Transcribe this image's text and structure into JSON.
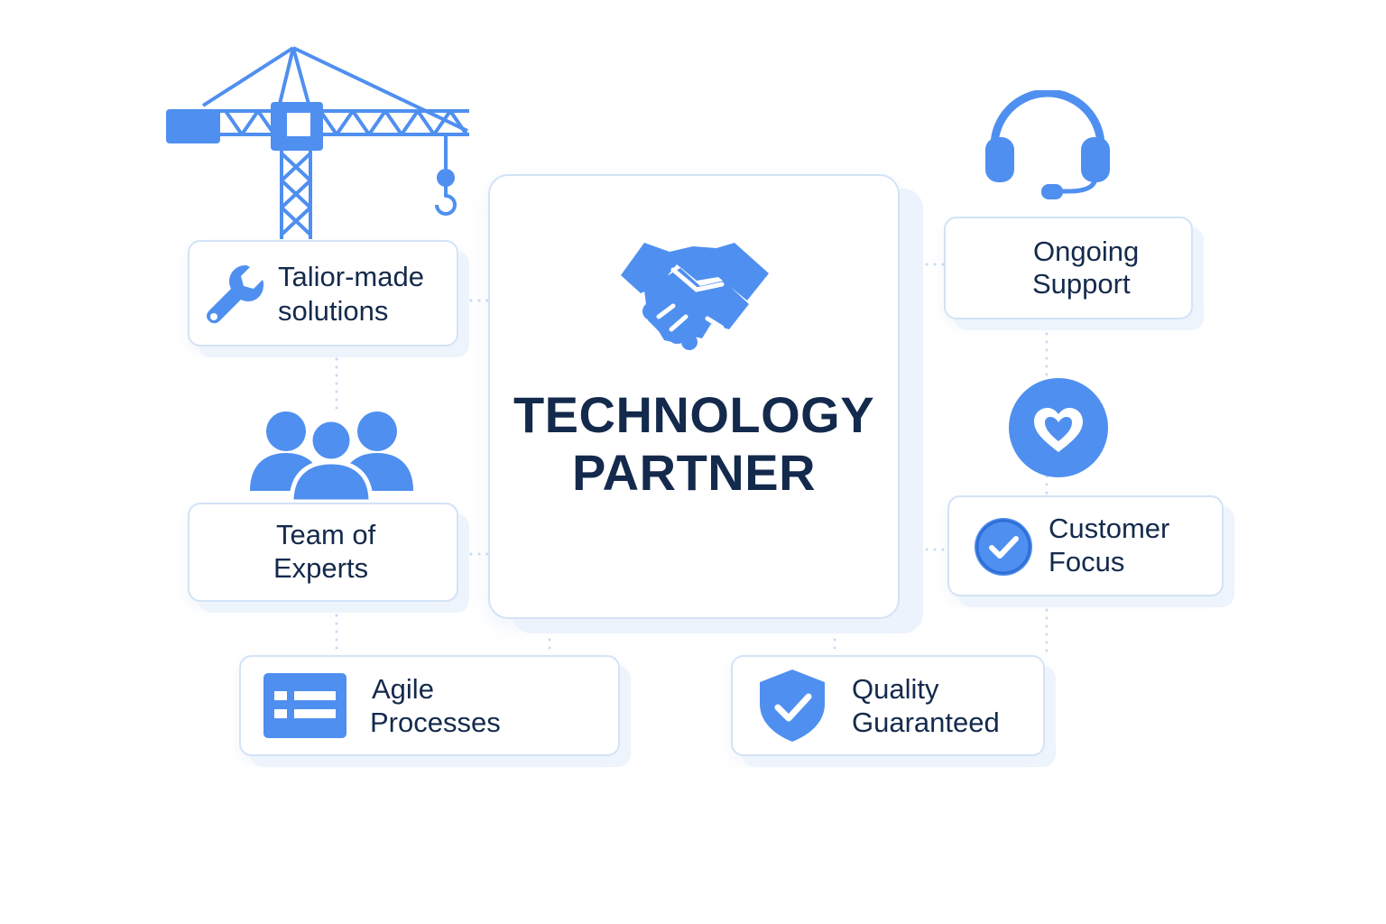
{
  "center": {
    "title_line1": "TECHNOLOGY",
    "title_line2": "PARTNER",
    "icon": "handshake-icon"
  },
  "cards": {
    "tailor_made": {
      "line1": "Talior-made",
      "line2": "solutions",
      "icon": "wrench-icon"
    },
    "team": {
      "line1": "Team of",
      "line2": "Experts",
      "icon": "people-group-icon"
    },
    "agile": {
      "line1": "Agile",
      "line2": "Processes",
      "icon": "table-grid-icon"
    },
    "quality": {
      "line1": "Quality",
      "line2": "Guaranteed",
      "icon": "shield-check-icon"
    },
    "support": {
      "line1": "Ongoing",
      "line2": "Support",
      "icon": "headset-icon"
    },
    "customer": {
      "line1": "Customer",
      "line2": "Focus",
      "icon": "check-circle-icon"
    }
  },
  "decorations": {
    "crane": "crane-icon",
    "heart": "heart-circle-icon"
  },
  "colors": {
    "accent": "#4f8ff0",
    "accent_dark": "#2f6fd6",
    "text": "#142a4c",
    "card_border": "#d3e3f7",
    "connector": "#c9dbf3"
  }
}
